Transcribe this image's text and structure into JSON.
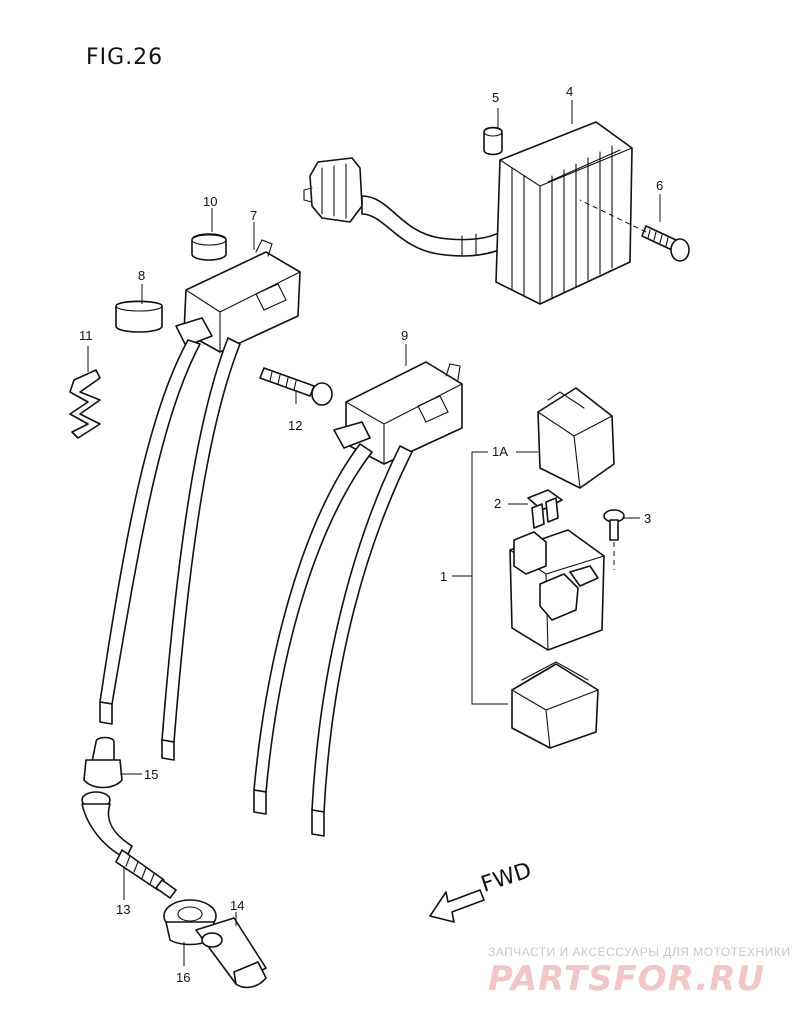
{
  "figure": {
    "title": "FIG.26",
    "direction_label": "FWD"
  },
  "callouts": {
    "c1": "1",
    "c1a": "1A",
    "c2": "2",
    "c3": "3",
    "c4": "4",
    "c5": "5",
    "c6": "6",
    "c7": "7",
    "c8": "8",
    "c9": "9",
    "c10": "10",
    "c11": "11",
    "c12": "12",
    "c13": "13",
    "c14": "14",
    "c15": "15",
    "c16": "16"
  },
  "watermark": {
    "tagline": "ЗАПЧАСТИ И АКСЕССУАРЫ ДЛЯ МОТОТЕХНИКИ",
    "logo": "PARTSFOR.RU"
  },
  "colors": {
    "line": "#111111",
    "background": "#ffffff",
    "watermark_text": "#c8c8c8",
    "watermark_logo": "#f2c6c6"
  }
}
